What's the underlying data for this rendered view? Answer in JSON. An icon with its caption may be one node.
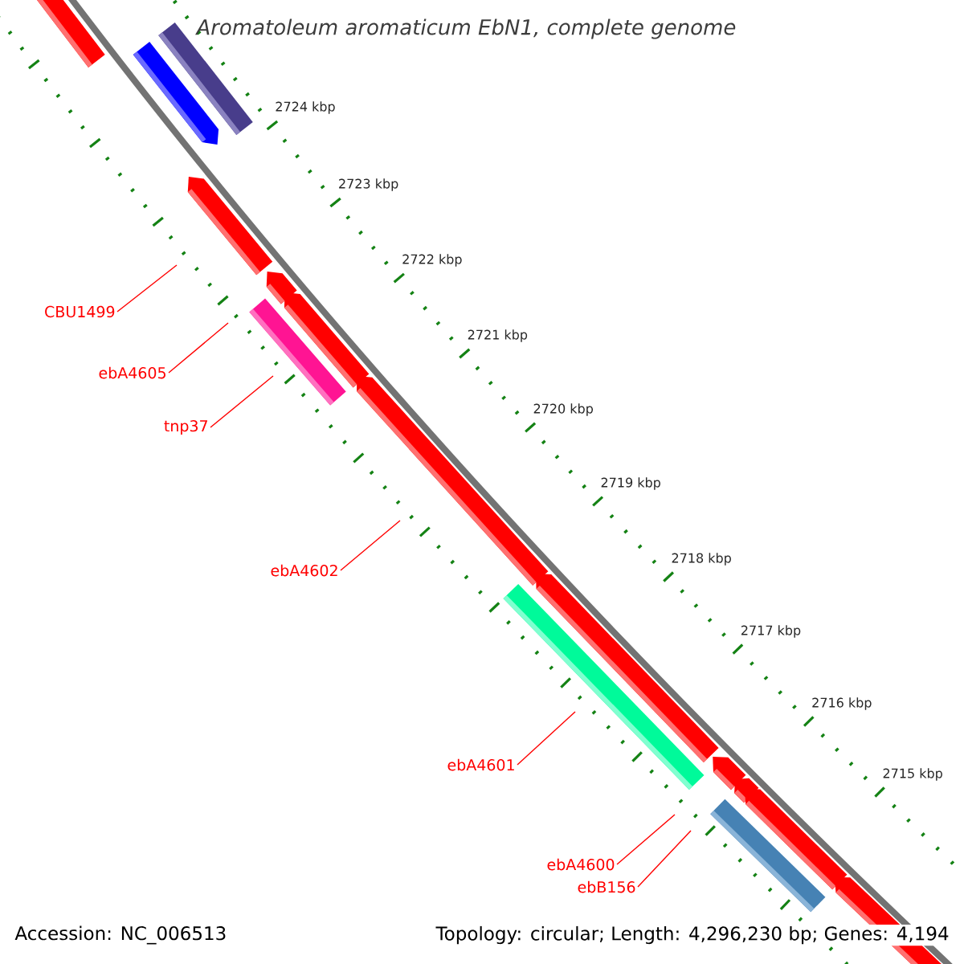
{
  "diagram": {
    "title": "Aromatoleum aromaticum EbN1, complete genome",
    "nodes": [
      {
        "text": [
          "CBU1499"
        ]
      },
      {
        "text": [
          "ebA4605"
        ]
      },
      {
        "text": [
          "tnp37"
        ]
      },
      {
        "text": [
          "ebA4602"
        ]
      },
      {
        "text": [
          "ebA4601"
        ]
      },
      {
        "text": [
          "ebA4600"
        ]
      },
      {
        "text": [
          "ebB156"
        ]
      }
    ],
    "edges": [
      {
        "from": 0,
        "to": null,
        "arrow": "none"
      },
      {
        "from": 1,
        "to": null,
        "arrow": "none"
      },
      {
        "from": 2,
        "to": null,
        "arrow": "none"
      },
      {
        "from": 3,
        "to": null,
        "arrow": "none"
      },
      {
        "from": 4,
        "to": null,
        "arrow": "none"
      },
      {
        "from": 5,
        "to": null,
        "arrow": "none"
      },
      {
        "from": 6,
        "to": null,
        "arrow": "none"
      }
    ],
    "labels": [
      "2724 kbp",
      "2723 kbp",
      "2722 kbp",
      "2721 kbp",
      "2720 kbp",
      "2719 kbp",
      "2718 kbp",
      "2717 kbp",
      "2716 kbp",
      "2715 kbp",
      "Accession: NC_006513",
      "Topology: circular; Length: 4,296,230 bp; Genes: 4,194"
    ]
  }
}
